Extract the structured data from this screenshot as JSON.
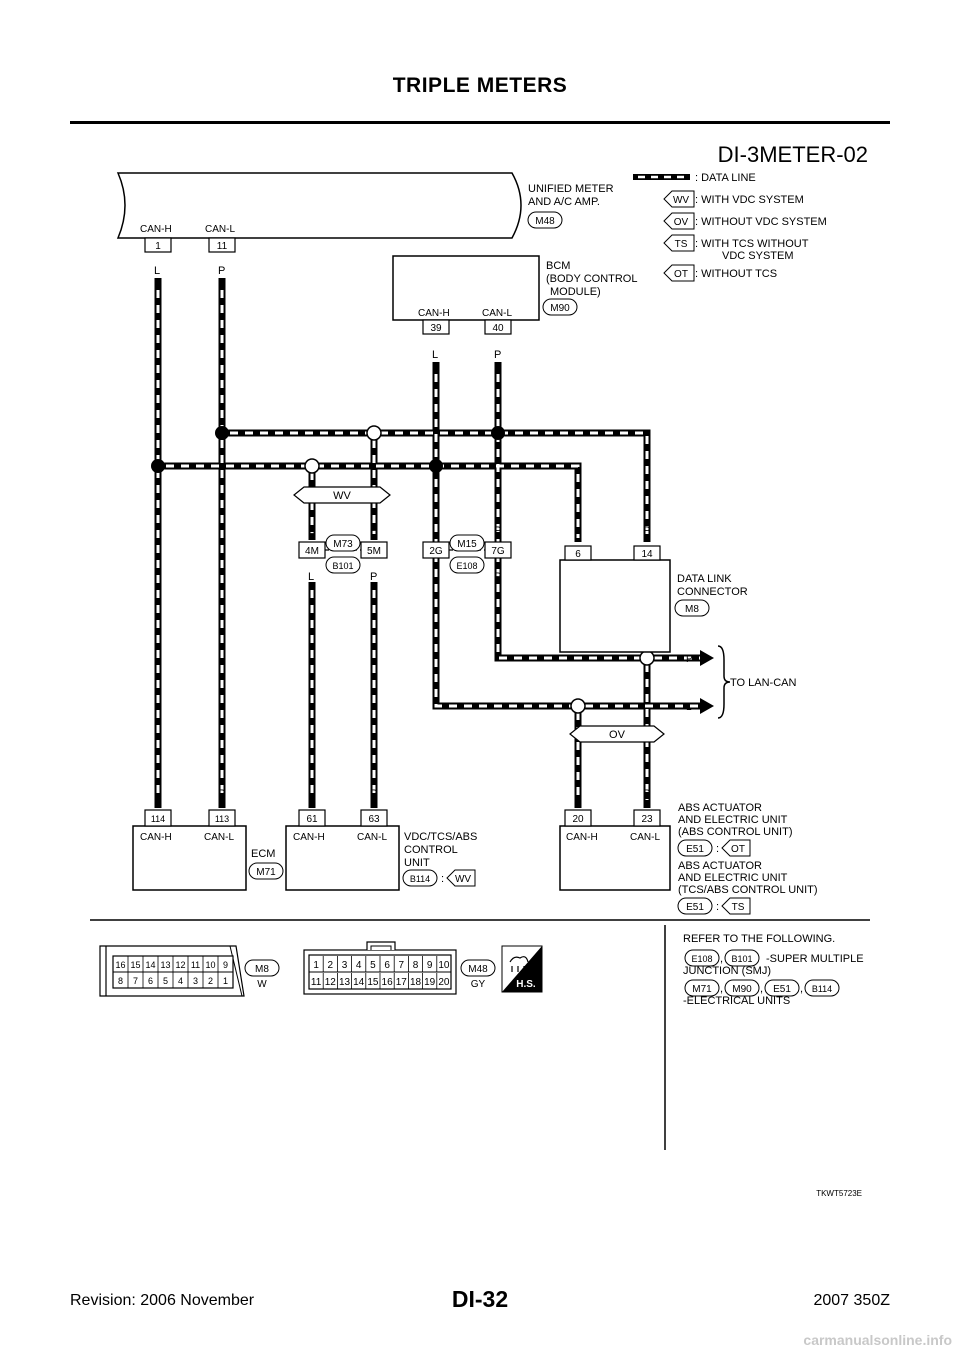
{
  "header": {
    "title": "TRIPLE METERS"
  },
  "diagram": {
    "code": "DI-3METER-02",
    "figure_id": "TKWT5723E",
    "legend": [
      {
        "key": "data-line",
        "text": ": DATA LINE"
      },
      {
        "key": "WV",
        "text": ": WITH VDC SYSTEM"
      },
      {
        "key": "OV",
        "text": ": WITHOUT VDC SYSTEM"
      },
      {
        "key": "TS",
        "text": ": WITH TCS WITHOUT",
        "text2": "VDC SYSTEM"
      },
      {
        "key": "OT",
        "text": ": WITHOUT TCS"
      }
    ],
    "meter": {
      "name1": "UNIFIED METER",
      "name2": "AND A/C AMP.",
      "conn": "M48",
      "pin_h": "1",
      "pin_l": "11",
      "lab_h": "CAN-H",
      "lab_l": "CAN-L"
    },
    "bcm": {
      "name1": "BCM",
      "name2": "(BODY CONTROL",
      "name3": "MODULE)",
      "conn": "M90",
      "pin_h": "39",
      "pin_l": "40",
      "lab_h": "CAN-H",
      "lab_l": "CAN-L"
    },
    "wire_l": "L",
    "wire_p": "P",
    "tag_wv": "WV",
    "tag_ov": "OV",
    "smj1": {
      "pin_a": "4M",
      "pin_b": "5M",
      "conn_top": "M73",
      "conn_bot": "B101"
    },
    "smj2": {
      "pin_a": "2G",
      "pin_b": "7G",
      "conn_top": "M15",
      "conn_bot": "E108"
    },
    "dlc": {
      "name1": "DATA LINK",
      "name2": "CONNECTOR",
      "conn": "M8",
      "pin_a": "6",
      "pin_b": "14"
    },
    "lan": "TO LAN-CAN",
    "ecm": {
      "name": "ECM",
      "conn": "M71",
      "pin_h": "114",
      "pin_l": "113",
      "lab_h": "CAN-H",
      "lab_l": "CAN-L"
    },
    "vdc": {
      "name1": "VDC/TCS/ABS",
      "name2": "CONTROL",
      "name3": "UNIT",
      "conn": "B114",
      "colon": ":",
      "tag": "WV",
      "pin_h": "61",
      "pin_l": "63",
      "lab_h": "CAN-H",
      "lab_l": "CAN-L"
    },
    "abs": {
      "name1": "ABS ACTUATOR",
      "name2": "AND ELECTRIC UNIT",
      "name3": "(ABS CONTROL UNIT)",
      "conn": "E51",
      "colon": ":",
      "tag": "OT",
      "name4": "ABS ACTUATOR",
      "name5": "AND ELECTRIC UNIT",
      "name6": "(TCS/ABS CONTROL UNIT)",
      "conn2": "E51",
      "tag2": "TS",
      "pin_h": "20",
      "pin_l": "23",
      "lab_h": "CAN-H",
      "lab_l": "CAN-L"
    },
    "conn_m8": {
      "id": "M8",
      "color": "W",
      "top": [
        "16",
        "15",
        "14",
        "13",
        "12",
        "11",
        "10",
        "9"
      ],
      "bot": [
        "8",
        "7",
        "6",
        "5",
        "4",
        "3",
        "2",
        "1"
      ]
    },
    "conn_m48": {
      "id": "M48",
      "color": "GY",
      "top": [
        "1",
        "2",
        "3",
        "4",
        "5",
        "6",
        "7",
        "8",
        "9",
        "10"
      ],
      "bot": [
        "11",
        "12",
        "13",
        "14",
        "15",
        "16",
        "17",
        "18",
        "19",
        "20"
      ]
    },
    "hs_label": "H.S.",
    "refer": {
      "title": "REFER TO THE FOLLOWING.",
      "smj_c1": "E108",
      "comma": ",",
      "smj_c2": "B101",
      "smj_text1": "-SUPER MULTIPLE",
      "smj_text2": "JUNCTION (SMJ)",
      "eu_c1": "M71",
      "eu_c2": "M90",
      "eu_c3": "E51",
      "eu_c4": "B114",
      "eu_text": "-ELECTRICAL UNITS"
    }
  },
  "footer": {
    "revision": "Revision: 2006 November",
    "page": "DI-32",
    "model": "2007 350Z",
    "watermark": "carmanualsonline.info"
  }
}
